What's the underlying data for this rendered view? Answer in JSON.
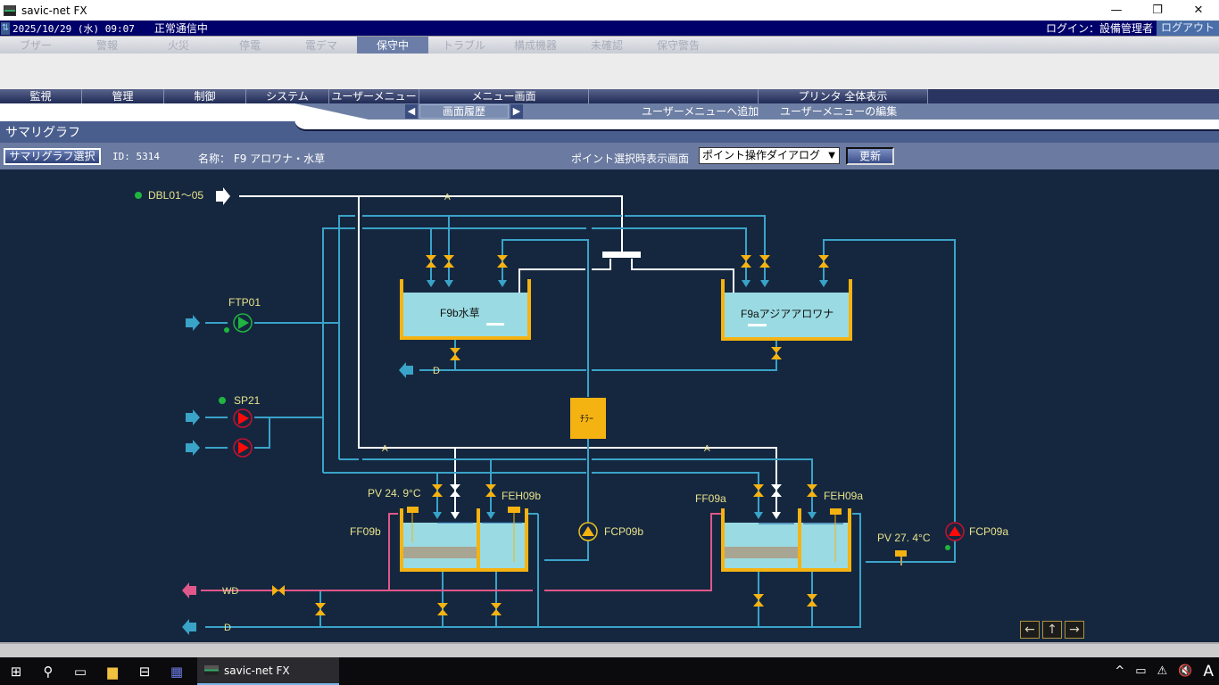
{
  "window": {
    "title": "savic-net FX",
    "minimize_icon": "—",
    "restore_icon": "❐",
    "close_icon": "✕"
  },
  "status": {
    "datetime": "2025/10/29 (水) 09:07",
    "comm_status": "正常通信中",
    "login": "ログイン：設備管理者",
    "logout": "ログアウト"
  },
  "alarm_tabs": [
    {
      "label": "ブザー",
      "active": false
    },
    {
      "label": "警報",
      "active": false
    },
    {
      "label": "火災",
      "active": false
    },
    {
      "label": "停電",
      "active": false
    },
    {
      "label": "電デマ",
      "active": false
    },
    {
      "label": "保守中",
      "active": true
    },
    {
      "label": "トラブル",
      "active": false
    },
    {
      "label": "構成機器",
      "active": false
    },
    {
      "label": "未確認",
      "active": false
    },
    {
      "label": "保守警告",
      "active": false
    }
  ],
  "menu": {
    "items": [
      "監視",
      "管理",
      "制御",
      "システム",
      "ユーザーメニュー",
      "メニュー画面",
      "",
      "プリンタ 全体表示"
    ],
    "history_label": "画面履歴",
    "prev_icon": "◀",
    "next_icon": "▶",
    "add_user_menu": "ユーザーメニューへ追加",
    "edit_user_menu": "ユーザーメニューの編集"
  },
  "page": {
    "title": "サマリグラフ"
  },
  "toolbar": {
    "select_button": "サマリグラフ選択",
    "id_label": "ID: 5314",
    "name_label": "名称： F9 アロワナ・水草",
    "point_display_label": "ポイント選択時表示画面",
    "point_display_value": "ポイント操作ダイアログ",
    "update_button": "更新"
  },
  "diagram": {
    "colors": {
      "background": "#15273f",
      "water_pipe": "#3aa3c8",
      "air_pipe": "#ffffff",
      "drain_pipe": "#e0588a",
      "valve": "#f5b312",
      "tank_water": "#9adbe3",
      "tank_wall": "#f5b312",
      "label": "#e8e28a"
    },
    "dbl_label": "DBL01～05",
    "ftp_label": "FTP01",
    "sp_label": "SP21",
    "tank_b_label": "F9b水草",
    "tank_a_label": "F9aアジアアロワナ",
    "chiller_label": "ﾁﾗｰ",
    "pv_b": "PV 24. 9°C",
    "pv_a": "PV 27. 4°C",
    "ff09b": "FF09b",
    "feh09b": "FEH09b",
    "ff09a": "FF09a",
    "feh09a": "FEH09a",
    "fcp09b": "FCP09b",
    "fcp09a": "FCP09a",
    "line_a": "A",
    "line_d": "D",
    "line_wd": "WD"
  },
  "nav": {
    "back_icon": "←",
    "up_icon": "↑",
    "forward_icon": "→"
  },
  "taskbar": {
    "app_label": "savic-net FX",
    "ime": "A"
  }
}
